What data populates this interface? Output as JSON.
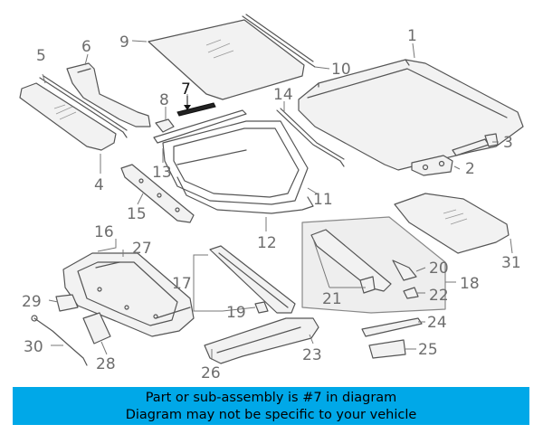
{
  "callouts": {
    "c1": "1",
    "c2": "2",
    "c3": "3",
    "c4": "4",
    "c5": "5",
    "c6": "6",
    "c7": "7",
    "c8": "8",
    "c9": "9",
    "c10": "10",
    "c11": "11",
    "c12": "12",
    "c13": "13",
    "c14": "14",
    "c15": "15",
    "c16": "16",
    "c17": "17",
    "c18": "18",
    "c19": "19",
    "c20": "20",
    "c21": "21",
    "c22": "22",
    "c23": "23",
    "c24": "24",
    "c25": "25",
    "c26": "26",
    "c27": "27",
    "c28": "28",
    "c29": "29",
    "c30": "30",
    "c31": "31"
  },
  "highlighted_part": "7",
  "banner": {
    "line1": "Part or sub-assembly is #7 in diagram",
    "line2": "Diagram may not be specific to your vehicle",
    "background": "#00a8e8"
  }
}
